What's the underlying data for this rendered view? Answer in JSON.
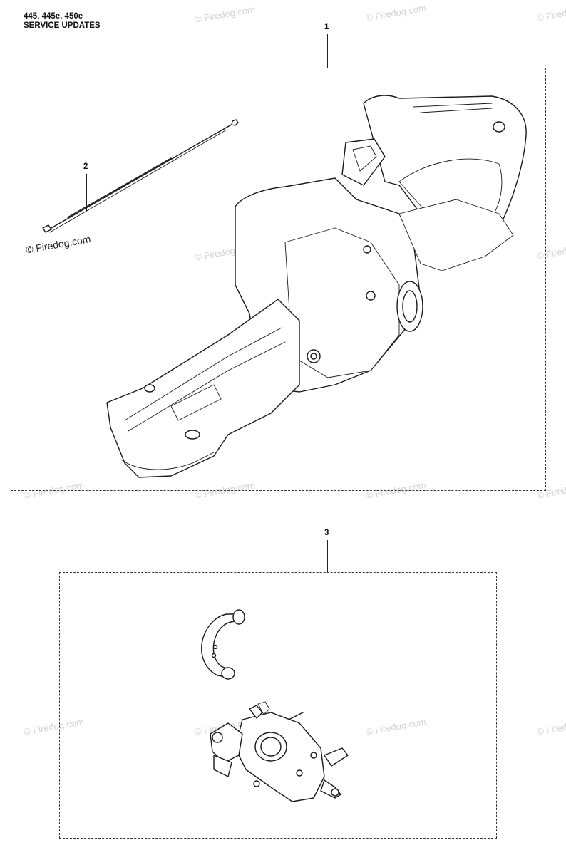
{
  "header": {
    "models": "445, 445e, 450e",
    "section": "SERVICE UPDATES"
  },
  "callouts": [
    "1",
    "2",
    "3"
  ],
  "watermark": {
    "text": "© Firedog.com"
  },
  "parts": {
    "p1": {
      "icon": "rear-handle-housing-icon"
    },
    "p2": {
      "icon": "throttle-rod-icon"
    },
    "p3a": {
      "icon": "handle-bar-loop-icon"
    },
    "p3b": {
      "icon": "carburetor-icon"
    }
  }
}
